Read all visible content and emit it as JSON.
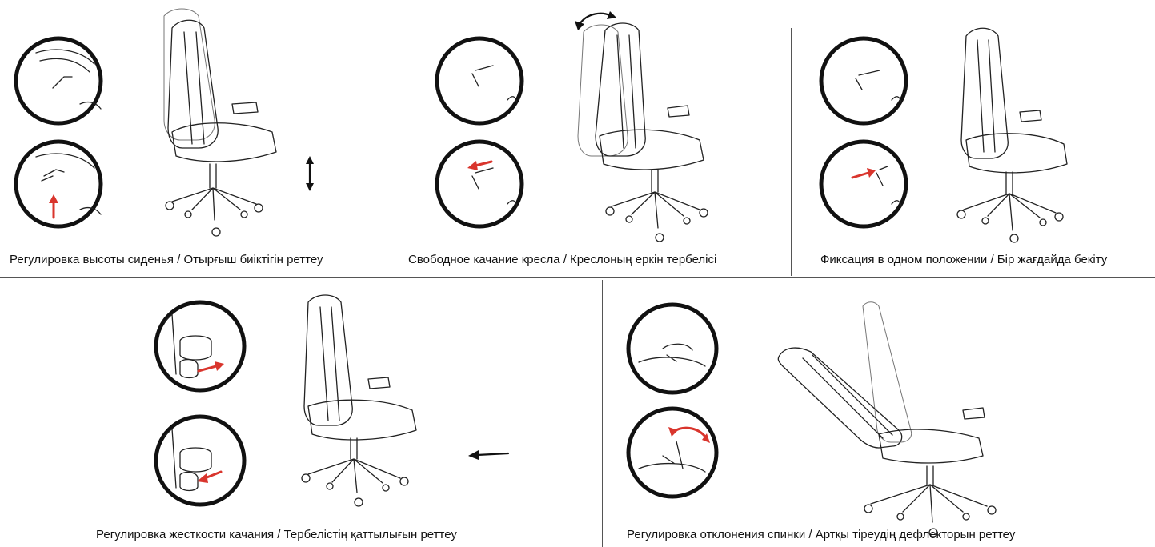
{
  "panels": [
    {
      "id": "height",
      "caption": "Регулировка высоты сиденья / Отырғыш биіктігін реттеу",
      "arrow": "vertical"
    },
    {
      "id": "rocking",
      "caption": "Свободное качание кресла / Креслоның еркін тербелісі",
      "arrow": "curved"
    },
    {
      "id": "lock",
      "caption": "Фиксация в одном положении / Бір жағдайда бекіту",
      "arrow": "none"
    },
    {
      "id": "tension",
      "caption": "Регулировка жесткости качания / Тербелістің қаттылығын реттеу",
      "arrow": "left"
    },
    {
      "id": "recline",
      "caption": "Регулировка отклонения спинки / Артқы тіреудің дефлекторын реттеу",
      "arrow": "curved"
    }
  ],
  "colors": {
    "accent_arrow": "#d9352d",
    "line": "#222222",
    "divider": "#555555"
  },
  "icons": [
    "chair-illustration",
    "lever-detail-circle",
    "knob-detail-circle",
    "red-arrow-icon",
    "black-arrow-icon"
  ]
}
